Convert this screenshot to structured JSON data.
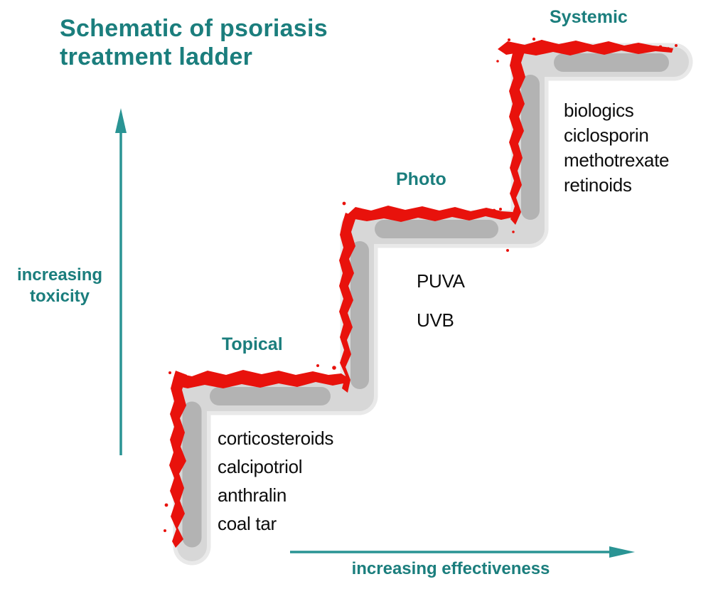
{
  "title": {
    "line1": "Schematic of psoriasis",
    "line2": "treatment ladder"
  },
  "y_axis": {
    "line1": "increasing",
    "line2": "toxicity"
  },
  "x_axis": {
    "label": "increasing effectiveness"
  },
  "steps": [
    {
      "label": "Topical",
      "treatments": [
        "corticosteroids",
        "calcipotriol",
        "anthralin",
        "coal tar"
      ]
    },
    {
      "label": "Photo",
      "treatments": [
        "PUVA",
        "UVB"
      ]
    },
    {
      "label": "Systemic",
      "treatments": [
        "biologics",
        "ciclosporin",
        "methotrexate",
        "retinoids"
      ]
    }
  ],
  "colors": {
    "teal_text": "#1b7e7d",
    "teal_arrow": "#2a9494",
    "brush_red": "#e8120c",
    "gray_light": "#d7d7d7",
    "gray_halo": "#e9e9e9",
    "gray_dark": "#b3b3b3",
    "text_black": "#0d0d0d",
    "background": "#ffffff"
  }
}
